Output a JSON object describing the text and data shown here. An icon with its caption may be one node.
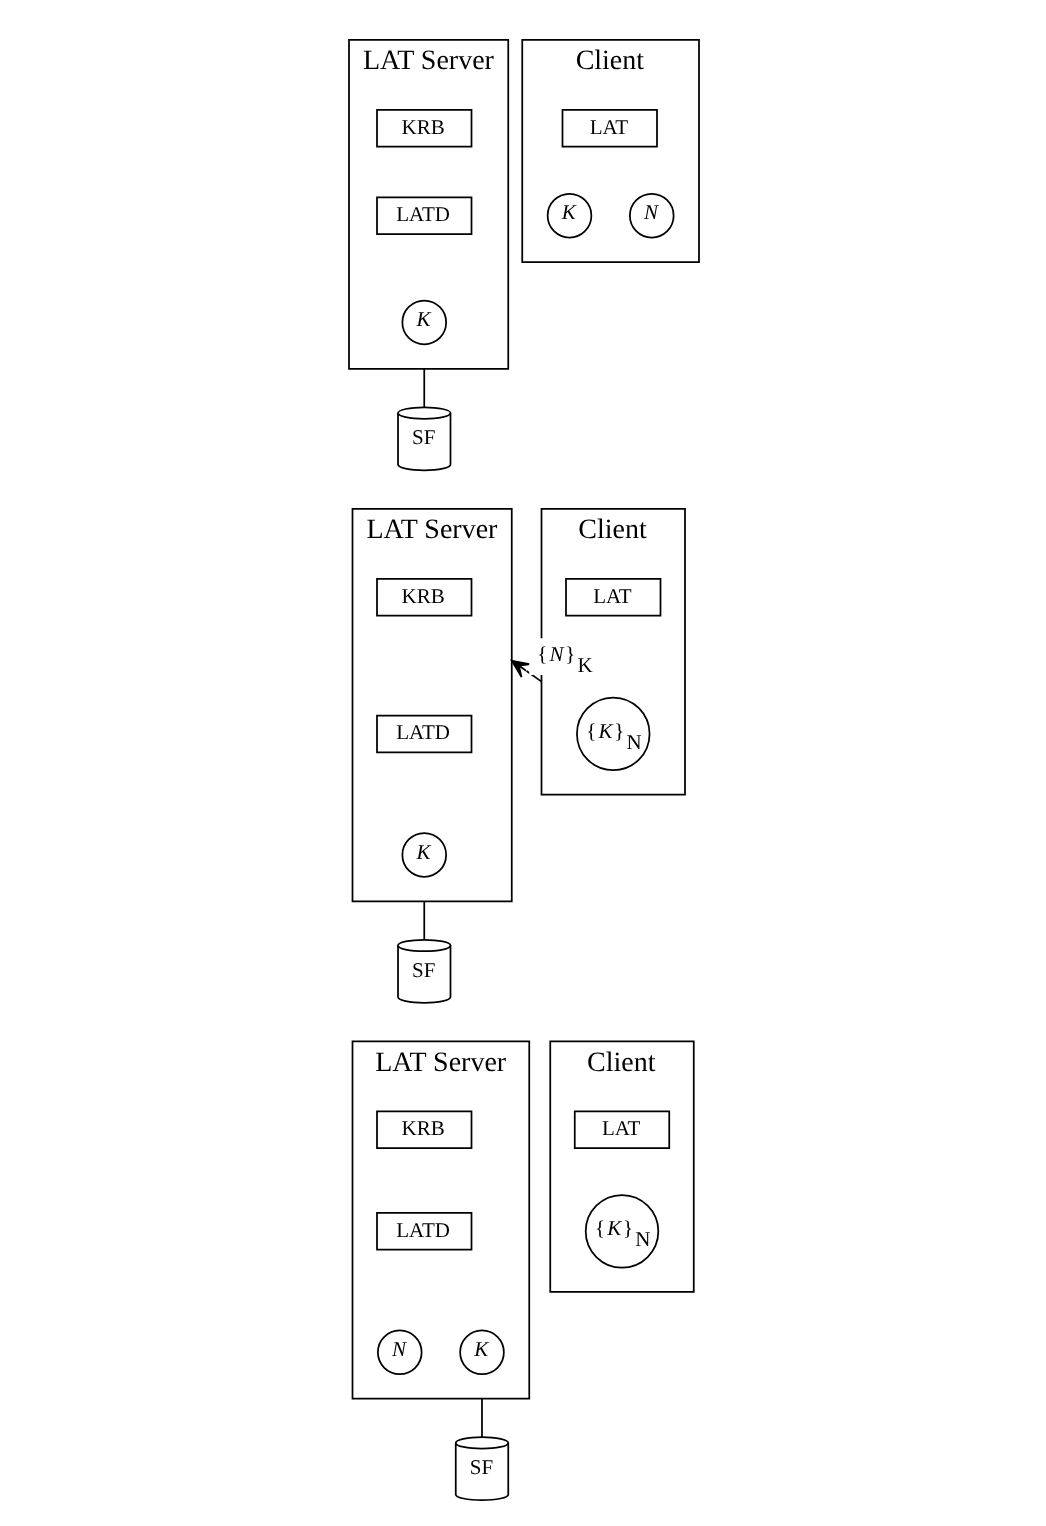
{
  "diagram": {
    "nodes": [
      {
        "text": [
          "LAT Server"
        ]
      },
      {
        "text": [
          "KRB"
        ],
        "in": 0
      },
      {
        "text": [
          "LATD"
        ],
        "in": 0
      },
      {
        "text": [
          "K"
        ],
        "in": 0
      },
      {
        "text": [
          "SF"
        ]
      },
      {
        "text": [
          "Client"
        ]
      },
      {
        "text": [
          "LAT"
        ],
        "in": 5
      },
      {
        "text": [
          "K"
        ],
        "in": 5
      },
      {
        "text": [
          "N"
        ],
        "in": 5
      },
      {
        "text": [
          "LAT Server"
        ]
      },
      {
        "text": [
          "KRB"
        ],
        "in": 9
      },
      {
        "text": [
          "LATD"
        ],
        "in": 9
      },
      {
        "text": [
          "K"
        ],
        "in": 9
      },
      {
        "text": [
          "SF"
        ]
      },
      {
        "text": [
          "Client"
        ]
      },
      {
        "text": [
          "LAT"
        ],
        "in": 14
      },
      {
        "text": [
          "{*K*}$_{N}$"
        ],
        "in": 14
      },
      {
        "text": [
          "LAT Server"
        ]
      },
      {
        "text": [
          "KRB"
        ],
        "in": 17
      },
      {
        "text": [
          "LATD"
        ],
        "in": 17
      },
      {
        "text": [
          "N"
        ],
        "in": 17
      },
      {
        "text": [
          "K"
        ],
        "in": 17
      },
      {
        "text": [
          "SF"
        ]
      },
      {
        "text": [
          "Client"
        ]
      },
      {
        "text": [
          "LAT"
        ],
        "in": 23
      },
      {
        "text": [
          "{*K*}$_{N}$"
        ],
        "in": 23
      }
    ],
    "edges": [
      {
        "from": 0,
        "to": 4,
        "arrow": "none"
      },
      {
        "from": 9,
        "to": 13,
        "arrow": "none"
      },
      {
        "from": 14,
        "to": 9,
        "arrow": "to",
        "label": "{*N*}$_{K}$"
      },
      {
        "from": 17,
        "to": 22,
        "arrow": "none"
      }
    ]
  }
}
